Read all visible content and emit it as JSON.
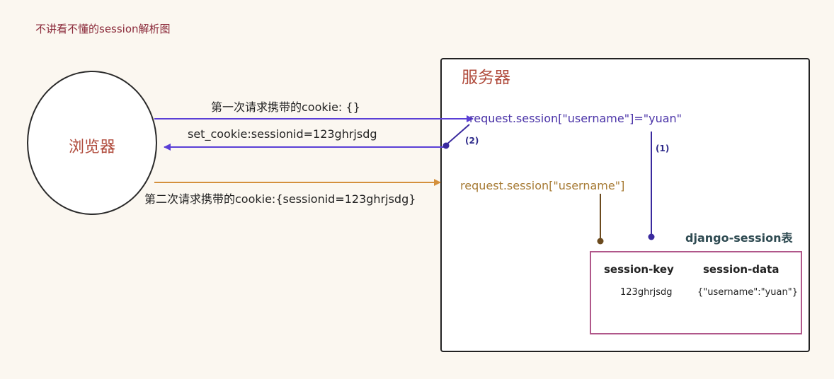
{
  "title": "不讲看不懂的session解析图",
  "browser": {
    "label": "浏览器"
  },
  "server": {
    "label": "服务器"
  },
  "arrows": {
    "first_request": "第一次请求携带的cookie:   {}",
    "set_cookie": "set_cookie:sessionid=123ghrjsdg",
    "second_request": "第二次请求携带的cookie:{sessionid=123ghrjsdg}"
  },
  "server_code": {
    "set": "request.session[\"username\"]=\"yuan\"",
    "get": "request.session[\"username\"]",
    "step1": "(1)",
    "step2": "(2)"
  },
  "table": {
    "title": "django-session表",
    "headers": [
      "session-key",
      "session-data"
    ],
    "rows": [
      [
        "123ghrjsdg",
        "{\"username\":\"yuan\"}"
      ]
    ]
  },
  "colors": {
    "request_arrow": "#5a3fd6",
    "response_arrow": "#5a3fd6",
    "second_request_arrow": "#d4903c",
    "step_line": "#3a2a9e",
    "get_line": "#6b4a1e"
  }
}
